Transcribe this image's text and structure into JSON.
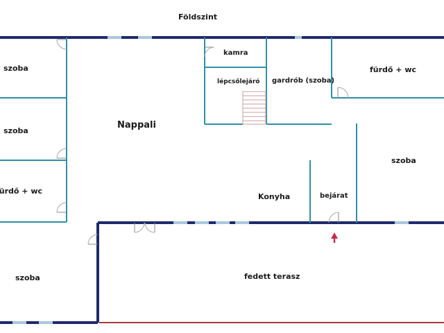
{
  "floor_title": "Földszint",
  "rooms": {
    "szoba_1": "szoba",
    "szoba_2": "szoba",
    "furdo_left": "fürdő + wc",
    "szoba_3": "szoba",
    "nappali": "Nappali",
    "kamra": "kamra",
    "lepcsolejaro": "lépcsőlejáró",
    "gardrob": "gardrób (szoba)",
    "furdo_right": "fürdő + wc",
    "szoba_right": "szoba",
    "konyha": "Konyha",
    "bejarat": "bejárat",
    "terasz": "fedett terasz"
  },
  "colors": {
    "exterior_wall": "#1f2a6b",
    "interior_wall": "#2e8fa6",
    "window": "#a8c8dc",
    "entrance_arrow": "#c0304a",
    "terrace_edge": "#a33a3a"
  }
}
